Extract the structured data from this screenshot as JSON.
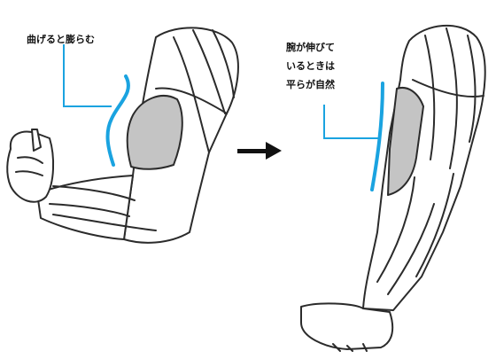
{
  "annotations": {
    "bent": {
      "text": "曲げると膨らむ"
    },
    "straight": {
      "lines": [
        "腕が伸びて",
        "いるときは",
        "平らが自然"
      ]
    }
  },
  "colors": {
    "accent_blue": "#1aa3e0",
    "line": "#2b2b2b",
    "muscle_fill": "#c4c4c4",
    "skin_fill": "#ffffff"
  },
  "icons": [
    "right-arrow-icon"
  ]
}
